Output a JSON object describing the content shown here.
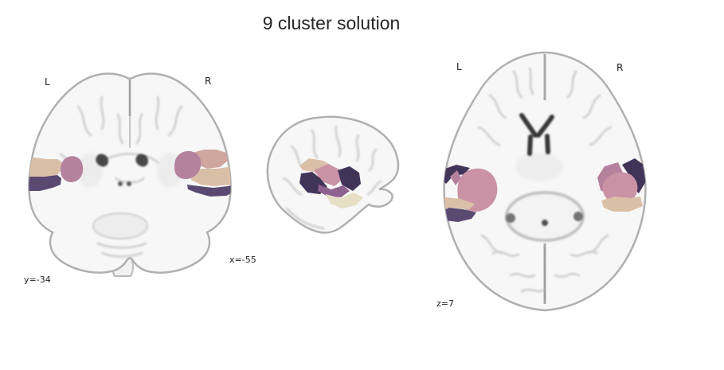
{
  "figure": {
    "title": "9 cluster solution",
    "background_color": "#ffffff",
    "text_color": "#262626"
  },
  "views": {
    "coronal": {
      "left_label": "L",
      "right_label": "R",
      "coordinate_label": "y=-34"
    },
    "sagittal": {
      "coordinate_label": "x=-55"
    },
    "axial": {
      "left_label": "L",
      "right_label": "R",
      "coordinate_label": "z=7"
    }
  },
  "cluster_colors": {
    "cream": "#e6dfc5",
    "tan": "#dabfa7",
    "dusty_rose": "#cfa79e",
    "rose_pink": "#c993a5",
    "mauve_pink": "#b5829e",
    "purple_mauve": "#8d6190",
    "dark_purple": "#5a4a72",
    "navy_purple": "#413459"
  },
  "brain_palette": {
    "tissue": "#f7f7f7",
    "tissue_shade": "#ececec",
    "sulcus_gray": "#d3d3d3",
    "edge_gray": "#b0b0b0",
    "deep_gray": "#3e3e3e"
  }
}
